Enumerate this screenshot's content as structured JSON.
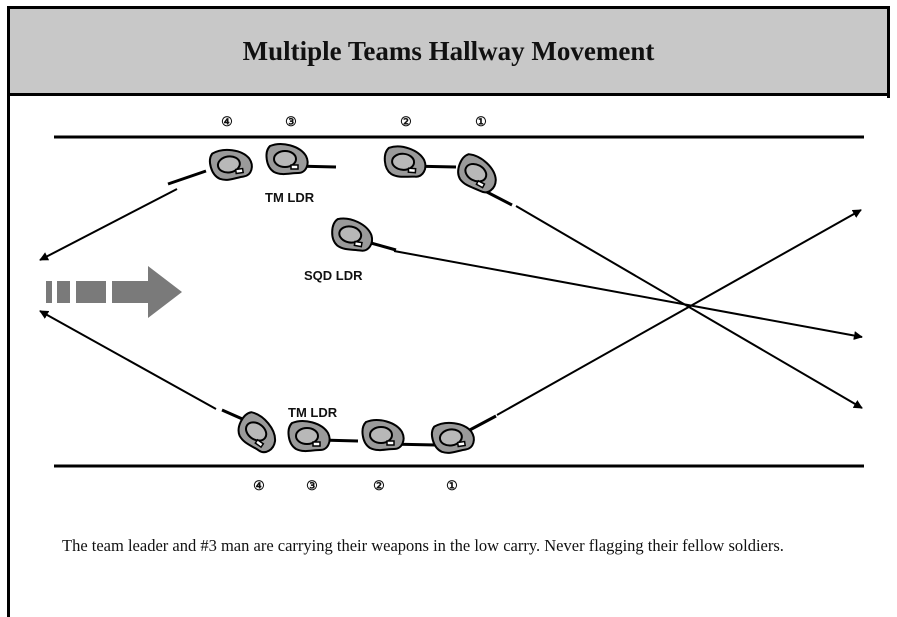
{
  "title": "Multiple Teams Hallway Movement",
  "labels": {
    "tm_ldr_top": "TM LDR",
    "sqd_ldr": "SQD LDR",
    "tm_ldr_bottom": "TM LDR"
  },
  "top_team_numbers": [
    "④",
    "③",
    "②",
    "①"
  ],
  "bottom_team_numbers": [
    "④",
    "③",
    "②",
    "①"
  ],
  "icons": {
    "soldier": "soldier-icon",
    "direction": "movement-arrow-icon"
  },
  "caption": "The team leader and #3 man are carrying their weapons in the low carry. Never flagging their fellow soldiers.",
  "colors": {
    "header_bg": "#c8c8c8",
    "soldier_fill": "#9a9a9a",
    "arrow_fill": "#7a7a7a"
  }
}
